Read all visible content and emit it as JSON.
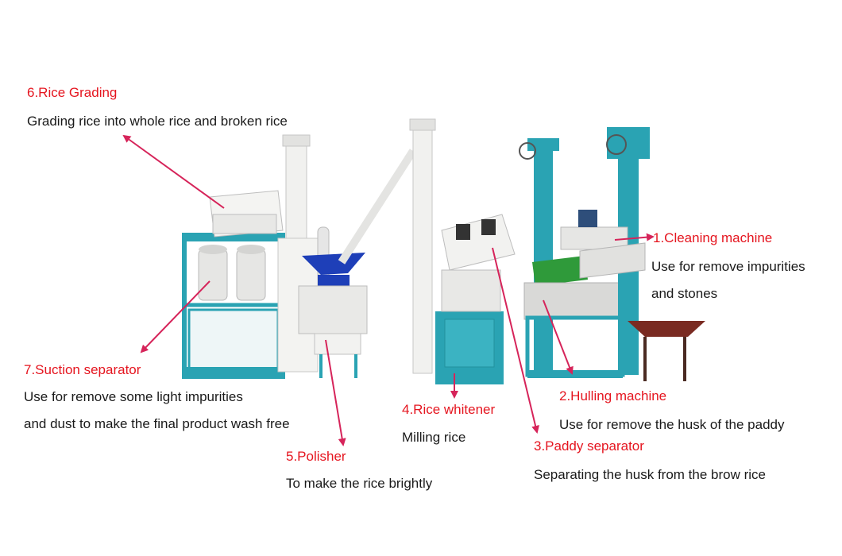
{
  "labels": {
    "rice_grading": {
      "title": "6.Rice Grading",
      "desc": "Grading rice into whole rice and broken rice"
    },
    "suction_separator": {
      "title": "7.Suction separator",
      "desc1": "Use for remove some light impurities",
      "desc2": "and dust to make the final product wash free"
    },
    "polisher": {
      "title": "5.Polisher",
      "desc": "To make the rice brightly"
    },
    "rice_whitener": {
      "title": "4.Rice whitener",
      "desc": "Milling rice"
    },
    "paddy_separator": {
      "title": "3.Paddy separator",
      "desc": "Separating the husk  from the brow rice"
    },
    "hulling_machine": {
      "title": "2.Hulling machine",
      "desc": "Use for remove the  husk of the paddy"
    },
    "cleaning_machine": {
      "title": "1.Cleaning machine",
      "desc1": "Use for remove impurities",
      "desc2": "and stones"
    }
  },
  "colors": {
    "label_red": "#e5151f",
    "arrow": "#d6245a",
    "machine_teal": "#2aa3b3",
    "machine_white": "#f1f1ef",
    "polisher_blue": "#1e3fb8",
    "hopper_green": "#2f9a3a"
  }
}
